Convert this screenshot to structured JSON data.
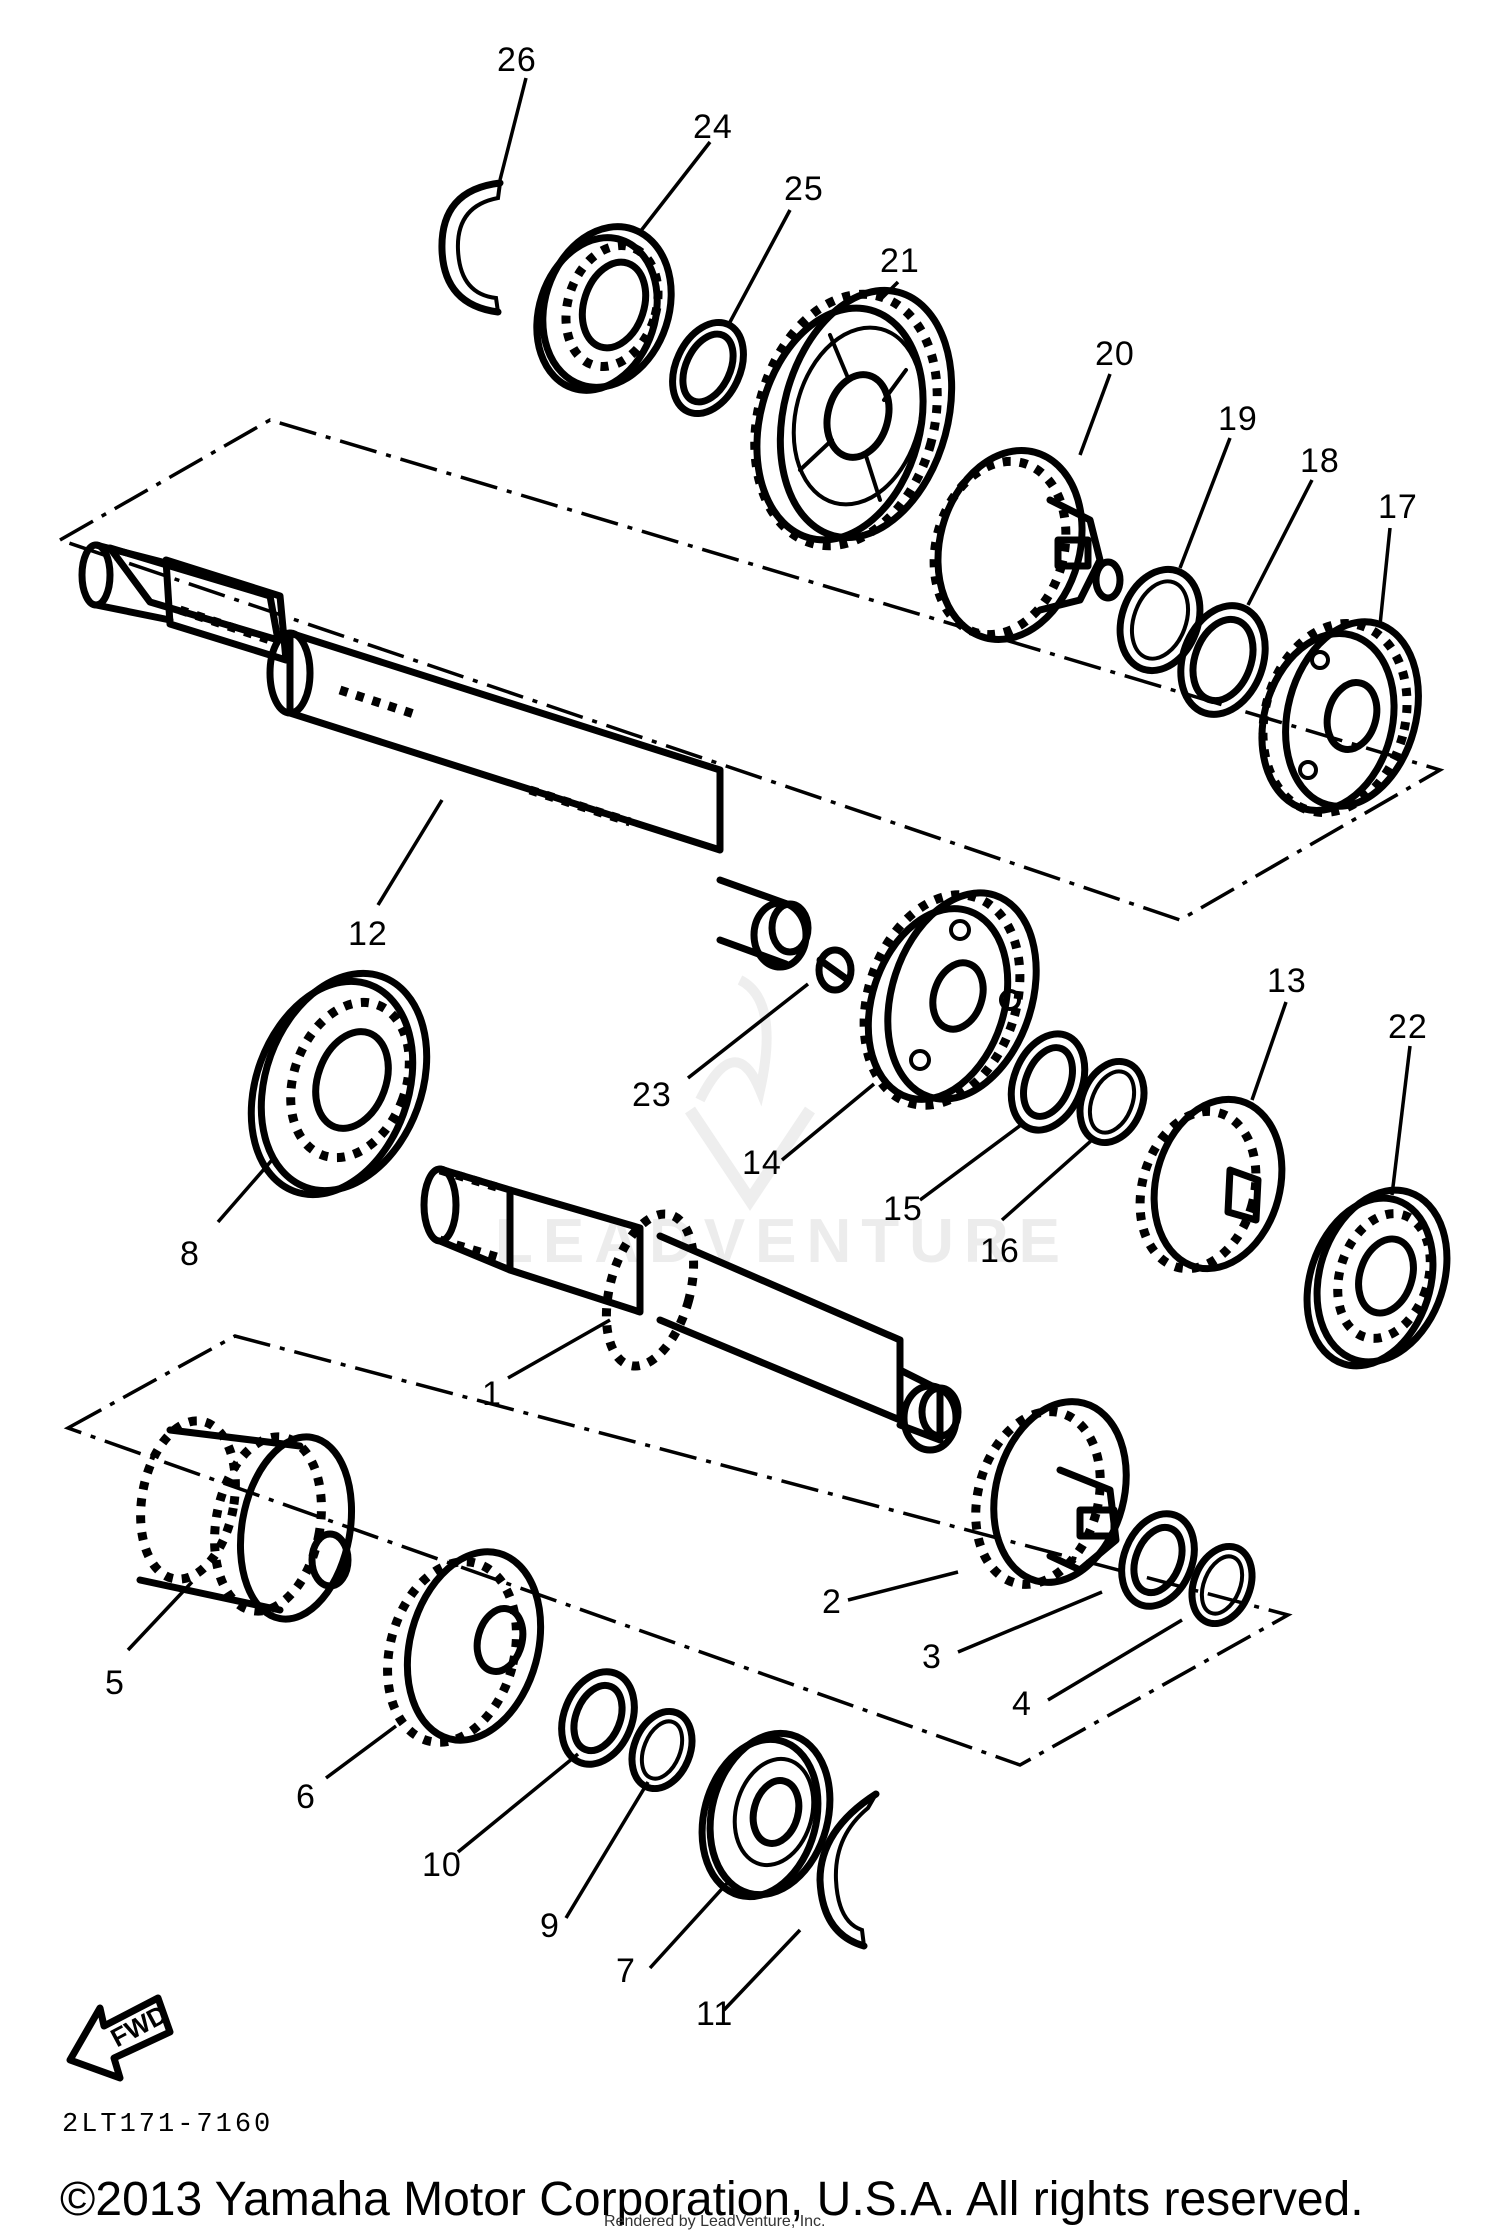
{
  "diagram": {
    "part_numbers": [
      "1",
      "2",
      "3",
      "4",
      "5",
      "6",
      "7",
      "8",
      "9",
      "10",
      "11",
      "12",
      "13",
      "14",
      "15",
      "16",
      "17",
      "18",
      "19",
      "20",
      "21",
      "22",
      "23",
      "24",
      "25",
      "26"
    ],
    "drawing_code": "2LT171-7160",
    "direction_label": "FWD",
    "copyright": "©2013 Yamaha Motor Corporation, U.S.A. All rights reserved.",
    "rendered_by": "Rendered by LeadVenture, Inc.",
    "watermark": "LEADVENTURE"
  }
}
